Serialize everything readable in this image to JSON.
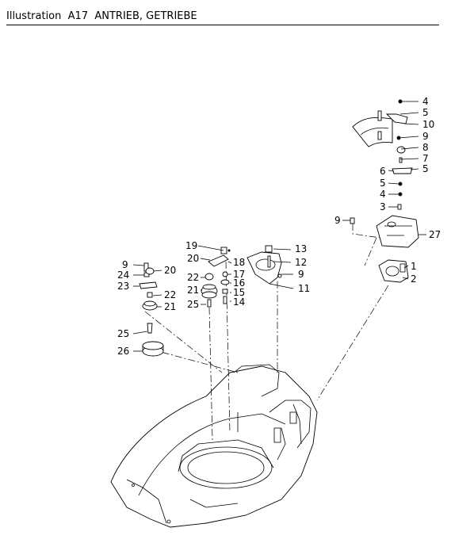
{
  "header": {
    "prefix": "Illustration",
    "code": "A17",
    "title": "ANTRIEB, GETRIEBE"
  },
  "callouts": [
    "1",
    "2",
    "3",
    "4",
    "5",
    "6",
    "7",
    "8",
    "9",
    "10",
    "11",
    "12",
    "13",
    "14",
    "15",
    "16",
    "17",
    "18",
    "19",
    "20",
    "21",
    "22",
    "23",
    "24",
    "25",
    "26",
    "27"
  ]
}
